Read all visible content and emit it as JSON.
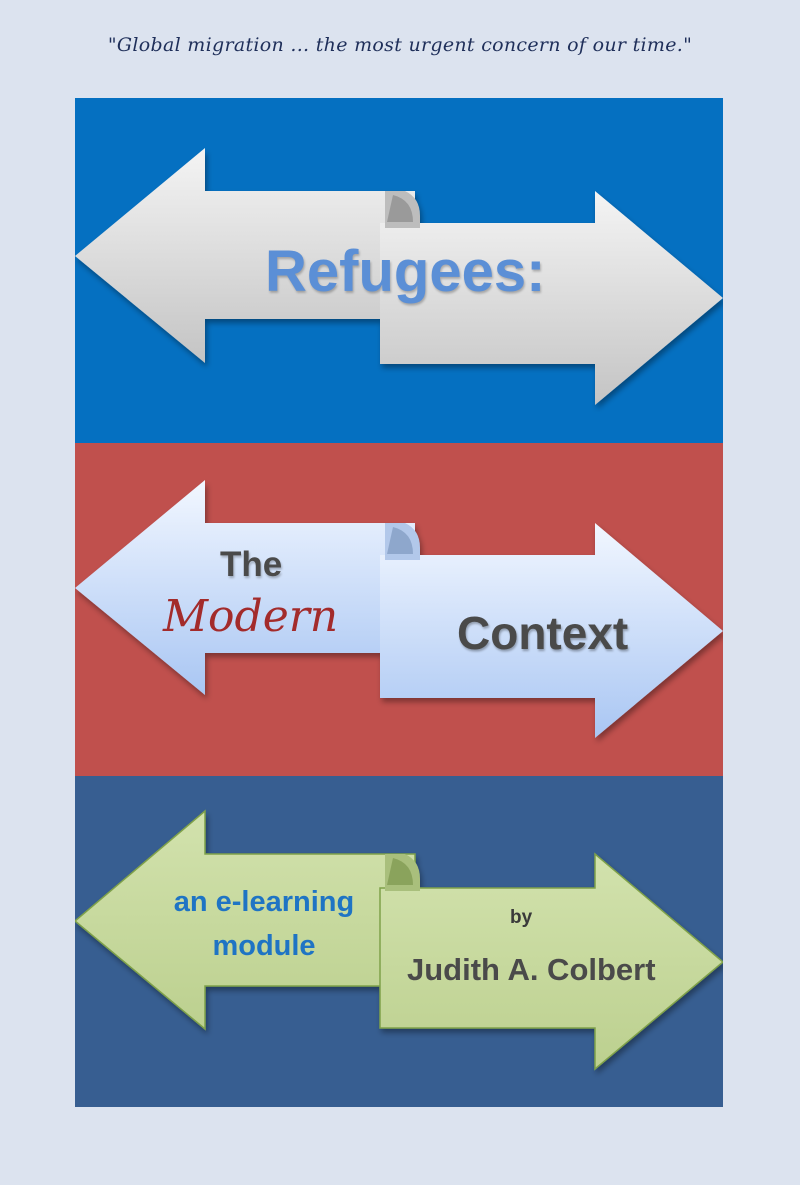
{
  "cover": {
    "quote": "\"Global migration ... the most urgent concern of our time.\"",
    "title_line1": "Refugees:",
    "title_the": "The",
    "title_modern": "Modern",
    "title_context": "Context",
    "subtitle": "an e-learning module",
    "byline_by": "by",
    "author": "Judith A. Colbert"
  },
  "colors": {
    "background": "#dce3ef",
    "top_panel": "#0570c1",
    "middle_panel": "#c0504d",
    "bottom_panel": "#375e91",
    "arrow_grey": "#d9d9d9",
    "arrow_lightblue": "#c6d9f7",
    "arrow_green": "#c4d79b"
  },
  "icons": [
    "double-arrow-scroll-icon"
  ]
}
